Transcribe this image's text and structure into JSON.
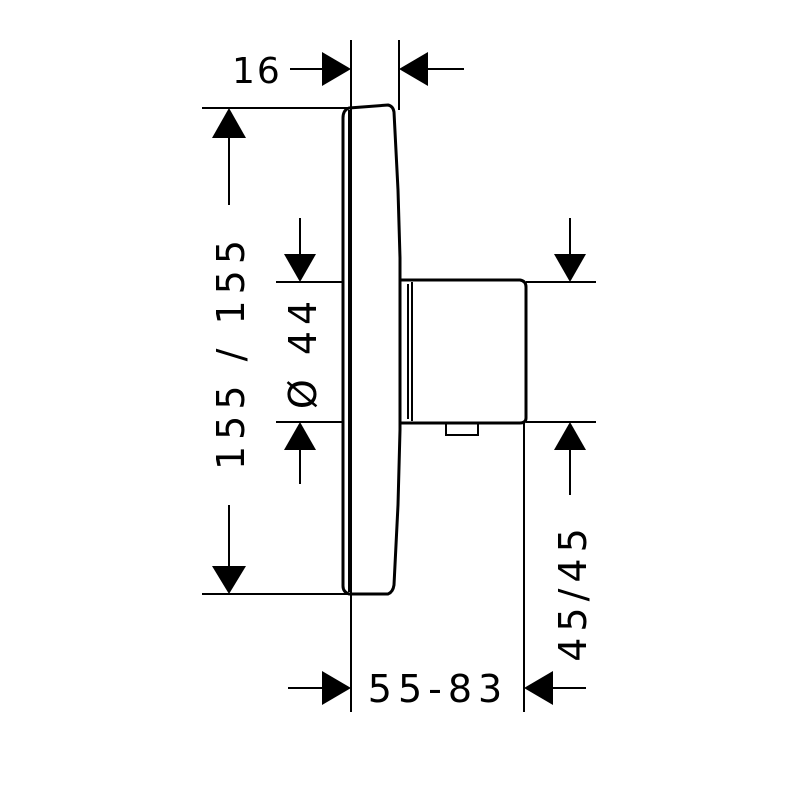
{
  "dimensions": {
    "plate_depth": "16",
    "plate_height": "155 / 155",
    "spindle_diameter": "Ø 44",
    "projection": "55-83",
    "offset": "45/45"
  }
}
